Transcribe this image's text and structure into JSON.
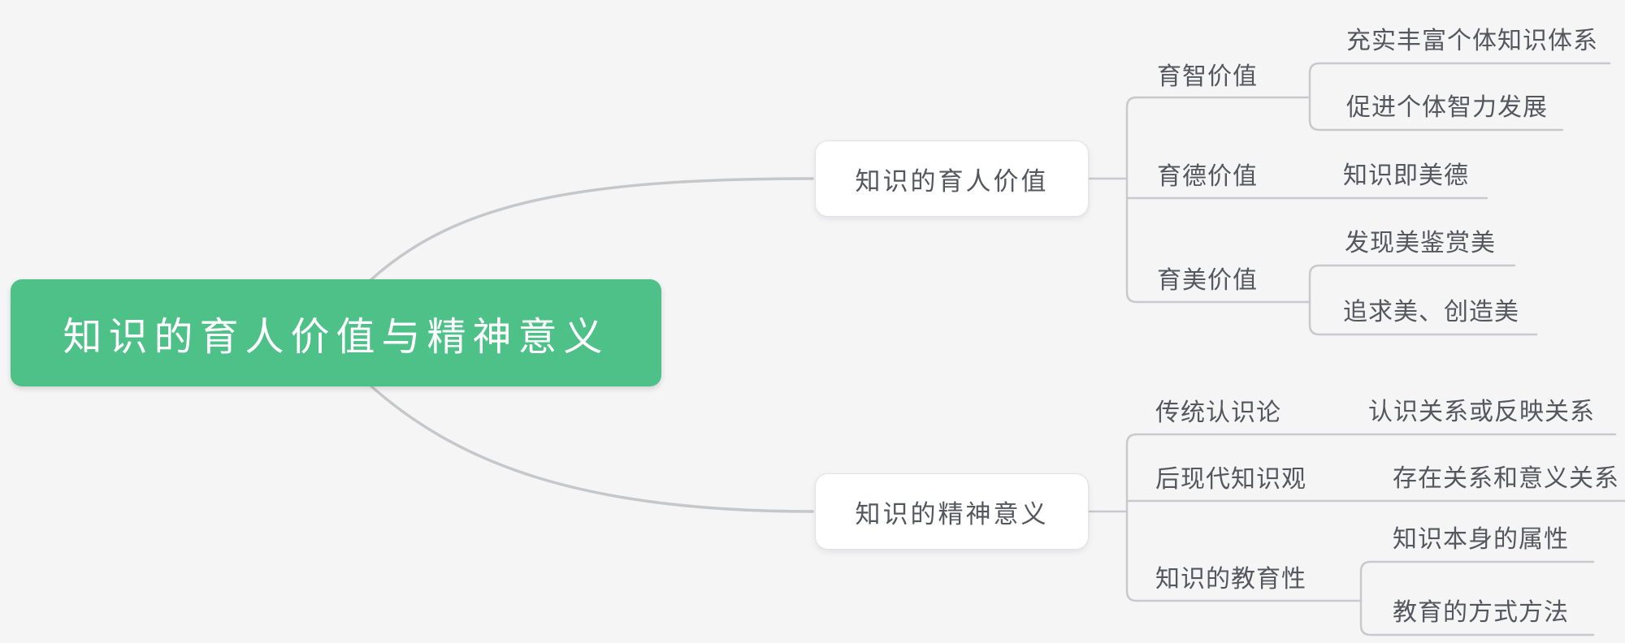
{
  "root": {
    "label": "知识的育人价值与精神意义"
  },
  "branches": [
    {
      "label": "知识的育人价值",
      "children": [
        {
          "label": "育智价值",
          "children": [
            {
              "label": "充实丰富个体知识体系"
            },
            {
              "label": "促进个体智力发展"
            }
          ]
        },
        {
          "label": "育德价值",
          "children": [
            {
              "label": "知识即美德"
            }
          ]
        },
        {
          "label": "育美价值",
          "children": [
            {
              "label": "发现美鉴赏美"
            },
            {
              "label": "追求美、创造美"
            }
          ]
        }
      ]
    },
    {
      "label": "知识的精神意义",
      "children": [
        {
          "label": "传统认识论",
          "children": [
            {
              "label": "认识关系或反映关系"
            }
          ]
        },
        {
          "label": "后现代知识观",
          "children": [
            {
              "label": "存在关系和意义关系"
            }
          ]
        },
        {
          "label": "知识的教育性",
          "children": [
            {
              "label": "知识本身的属性"
            },
            {
              "label": "教育的方式方法"
            }
          ]
        }
      ]
    }
  ],
  "colors": {
    "background": "#f5f5f6",
    "root_bg": "#4ec189",
    "root_text": "#ffffff",
    "topic_text": "#54575d",
    "connector_line": "#c8c9cb"
  }
}
